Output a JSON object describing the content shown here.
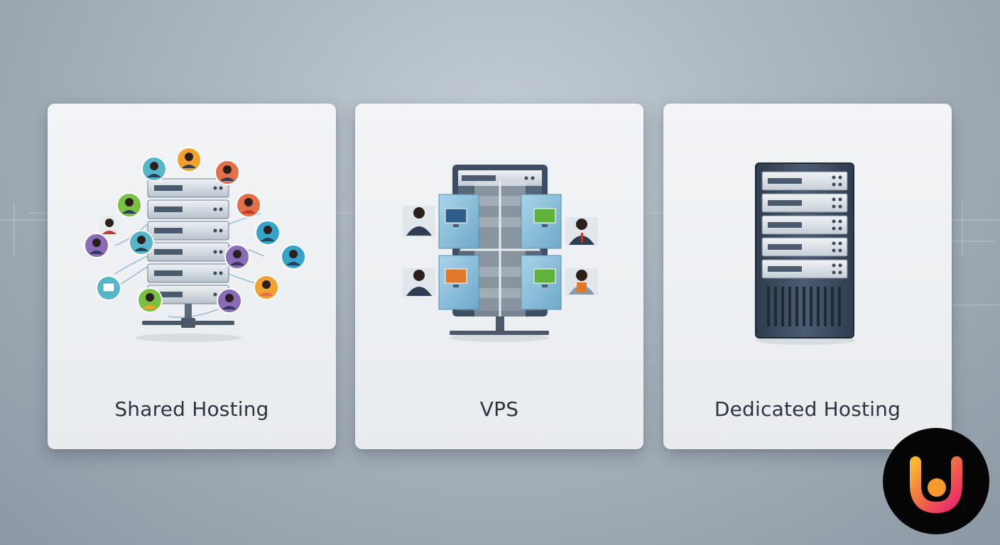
{
  "cards": [
    {
      "title": "Shared Hosting",
      "illustration": "shared-server-many-users"
    },
    {
      "title": "VPS",
      "illustration": "partitioned-server-virtual-machines"
    },
    {
      "title": "Dedicated Hosting",
      "illustration": "single-dedicated-server"
    }
  ],
  "logo": {
    "icon": "brand-u-logo",
    "colors": {
      "badge": "#050506",
      "gradient_start": "#f7b733",
      "gradient_end": "#e8246f"
    }
  },
  "colors": {
    "server_light": "#e4e8ec",
    "server_dark": "#3b4a5e",
    "vm_panel": "#8ec3e0",
    "avatar_palette": [
      "#58b6c9",
      "#f2a12e",
      "#e4704a",
      "#7ac143",
      "#8a6bb8",
      "#36a3c9"
    ]
  }
}
